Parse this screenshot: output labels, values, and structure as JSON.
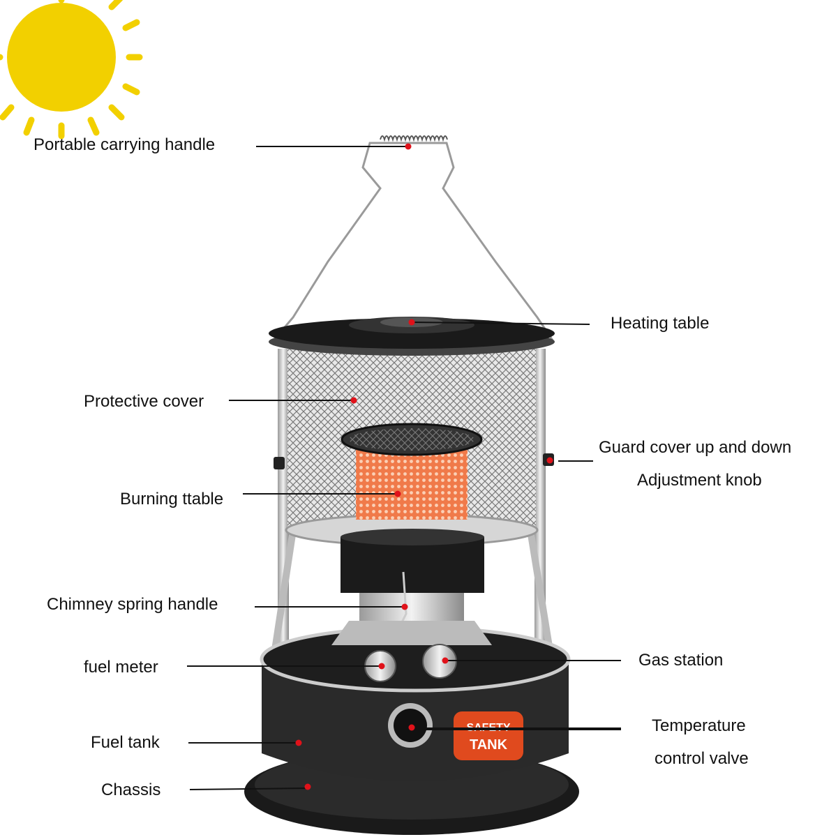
{
  "labels": {
    "handle": "Portable carrying handle",
    "heating_table": "Heating table",
    "protective_cover": "Protective cover",
    "guard_line1": "Guard cover up and down",
    "guard_line2": "Adjustment knob",
    "burning_table": "Burning ttable",
    "chimney": "Chimney spring handle",
    "fuel_meter": "fuel meter",
    "gas_station": "Gas station",
    "temp_line1": "Temperature",
    "temp_line2": "control valve",
    "fuel_tank": "Fuel tank",
    "chassis": "Chassis"
  },
  "badge": {
    "line1": "SAFETY",
    "line2": "TANK"
  },
  "colors": {
    "sun": "#f2d000",
    "marker": "#e0121a",
    "badge": "#e04a1e",
    "flame": "#f07a4a"
  }
}
